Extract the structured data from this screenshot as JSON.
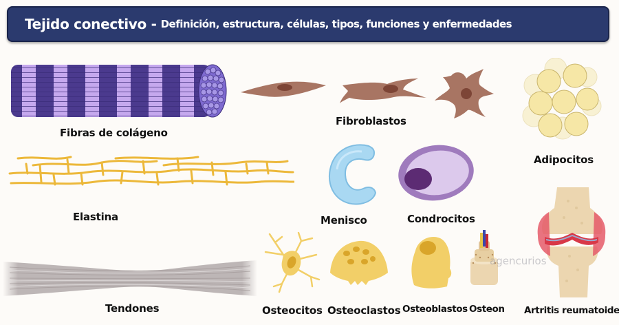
{
  "header": {
    "title_main": "Tejido conectivo -",
    "title_sub": "Definición, estructura, células, tipos, funciones y enfermedades",
    "background_color": "#2b3a6e"
  },
  "items": {
    "collagen": {
      "label": "Fibras de colágeno",
      "colors": [
        "#4b3a8e",
        "#c5a8ee"
      ]
    },
    "fibroblasts": {
      "label": "Fibroblastos",
      "color": "#a87563"
    },
    "adipocytes": {
      "label": "Adipocitos",
      "color": "#f6e7a6"
    },
    "elastin": {
      "label": "Elastina",
      "color": "#ecb83a"
    },
    "meniscus": {
      "label": "Menisco",
      "color": "#a9d8f2"
    },
    "chondrocytes": {
      "label": "Condrocitos",
      "color": "#9f7bbd"
    },
    "tendons": {
      "label": "Tendones",
      "color": "#bdb6b6"
    },
    "osteocytes": {
      "label": "Osteocitos",
      "color": "#f2cf68"
    },
    "osteoclasts": {
      "label": "Osteoclastos",
      "color": "#f2cf68"
    },
    "osteoblasts": {
      "label": "Osteoblastos",
      "color": "#f2cf68"
    },
    "osteon": {
      "label": "Osteon",
      "color": "#ecd6b0"
    },
    "arthritis": {
      "label": "Artritis reumatoide",
      "color": "#e55b6a"
    }
  },
  "watermark": "agencurios"
}
